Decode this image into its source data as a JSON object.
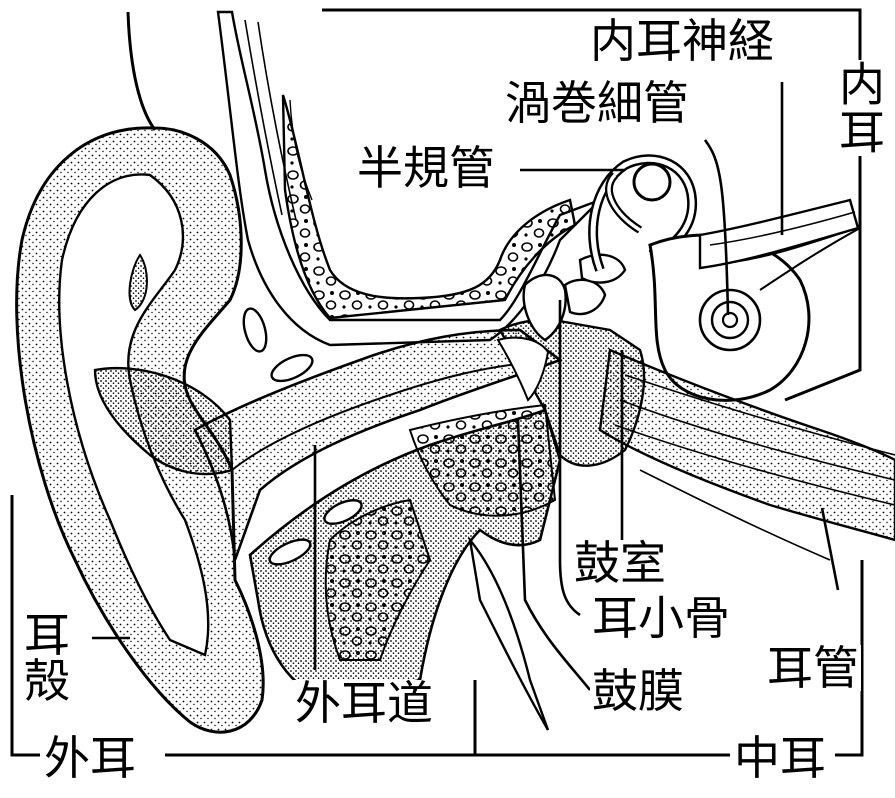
{
  "labels": {
    "inner_nerve": "内耳神経",
    "cochlea": "渦巻細管",
    "semicircular": "半規管",
    "inner_ear": "内耳",
    "tympanic_cavity": "鼓室",
    "ossicles": "耳小骨",
    "eustachian": "耳管",
    "eardrum": "鼓膜",
    "ear_canal": "外耳道",
    "auricle_1": "耳",
    "auricle_2": "殻",
    "outer_ear": "外耳",
    "middle_ear": "中耳"
  }
}
